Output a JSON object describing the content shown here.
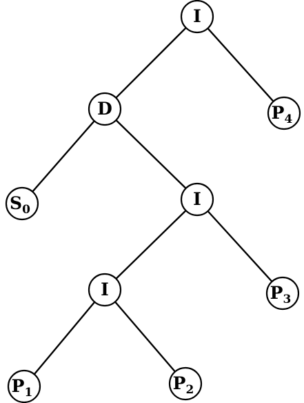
{
  "nodes": [
    {
      "id": "n1",
      "base": "I",
      "sub": ""
    },
    {
      "id": "n2",
      "base": "D",
      "sub": ""
    },
    {
      "id": "n3",
      "base": "P",
      "sub": "4"
    },
    {
      "id": "n4",
      "base": "S",
      "sub": "0"
    },
    {
      "id": "n5",
      "base": "I",
      "sub": ""
    },
    {
      "id": "n6",
      "base": "I",
      "sub": ""
    },
    {
      "id": "n7",
      "base": "P",
      "sub": "3"
    },
    {
      "id": "n8",
      "base": "P",
      "sub": "1"
    },
    {
      "id": "n9",
      "base": "P",
      "sub": "2"
    }
  ],
  "edges": [
    {
      "from": "n1",
      "to": "n2"
    },
    {
      "from": "n1",
      "to": "n3"
    },
    {
      "from": "n2",
      "to": "n4"
    },
    {
      "from": "n2",
      "to": "n5"
    },
    {
      "from": "n5",
      "to": "n6"
    },
    {
      "from": "n5",
      "to": "n7"
    },
    {
      "from": "n6",
      "to": "n8"
    },
    {
      "from": "n6",
      "to": "n9"
    }
  ]
}
